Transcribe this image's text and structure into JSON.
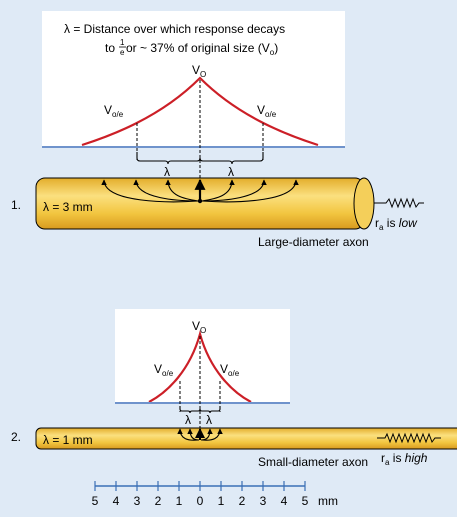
{
  "definition": {
    "line1": "λ = Distance over which response decays",
    "line2_pre": "to ",
    "frac_num": "1",
    "frac_den": "e",
    "line2_post": " or ~ 37% of original size (V",
    "line2_sub": "o",
    "line2_end": ")"
  },
  "labels": {
    "v_main": "V",
    "v_main_sub": "O",
    "v_decay": "V",
    "v_decay_sub": "o/e",
    "lambda": "λ"
  },
  "panel1": {
    "number": "1.",
    "lambda_value": "λ = 3 mm",
    "axon_label": "Large-diameter axon",
    "ra_prefix": "r",
    "ra_sub": "a",
    "ra_mid": " is ",
    "ra_value": "low"
  },
  "panel2": {
    "number": "2.",
    "lambda_value": "λ = 1 mm",
    "axon_label": "Small-diameter axon",
    "ra_prefix": "r",
    "ra_sub": "a",
    "ra_mid": " is ",
    "ra_value": "high"
  },
  "scale": {
    "ticks": [
      "5",
      "4",
      "3",
      "2",
      "1",
      "0",
      "1",
      "2",
      "3",
      "4",
      "5"
    ],
    "unit": "mm"
  },
  "colors": {
    "background": "#dfeaf6",
    "axon_fill": "#f2c53f",
    "curve": "#cc1f27",
    "baseline": "#6f93cc"
  }
}
